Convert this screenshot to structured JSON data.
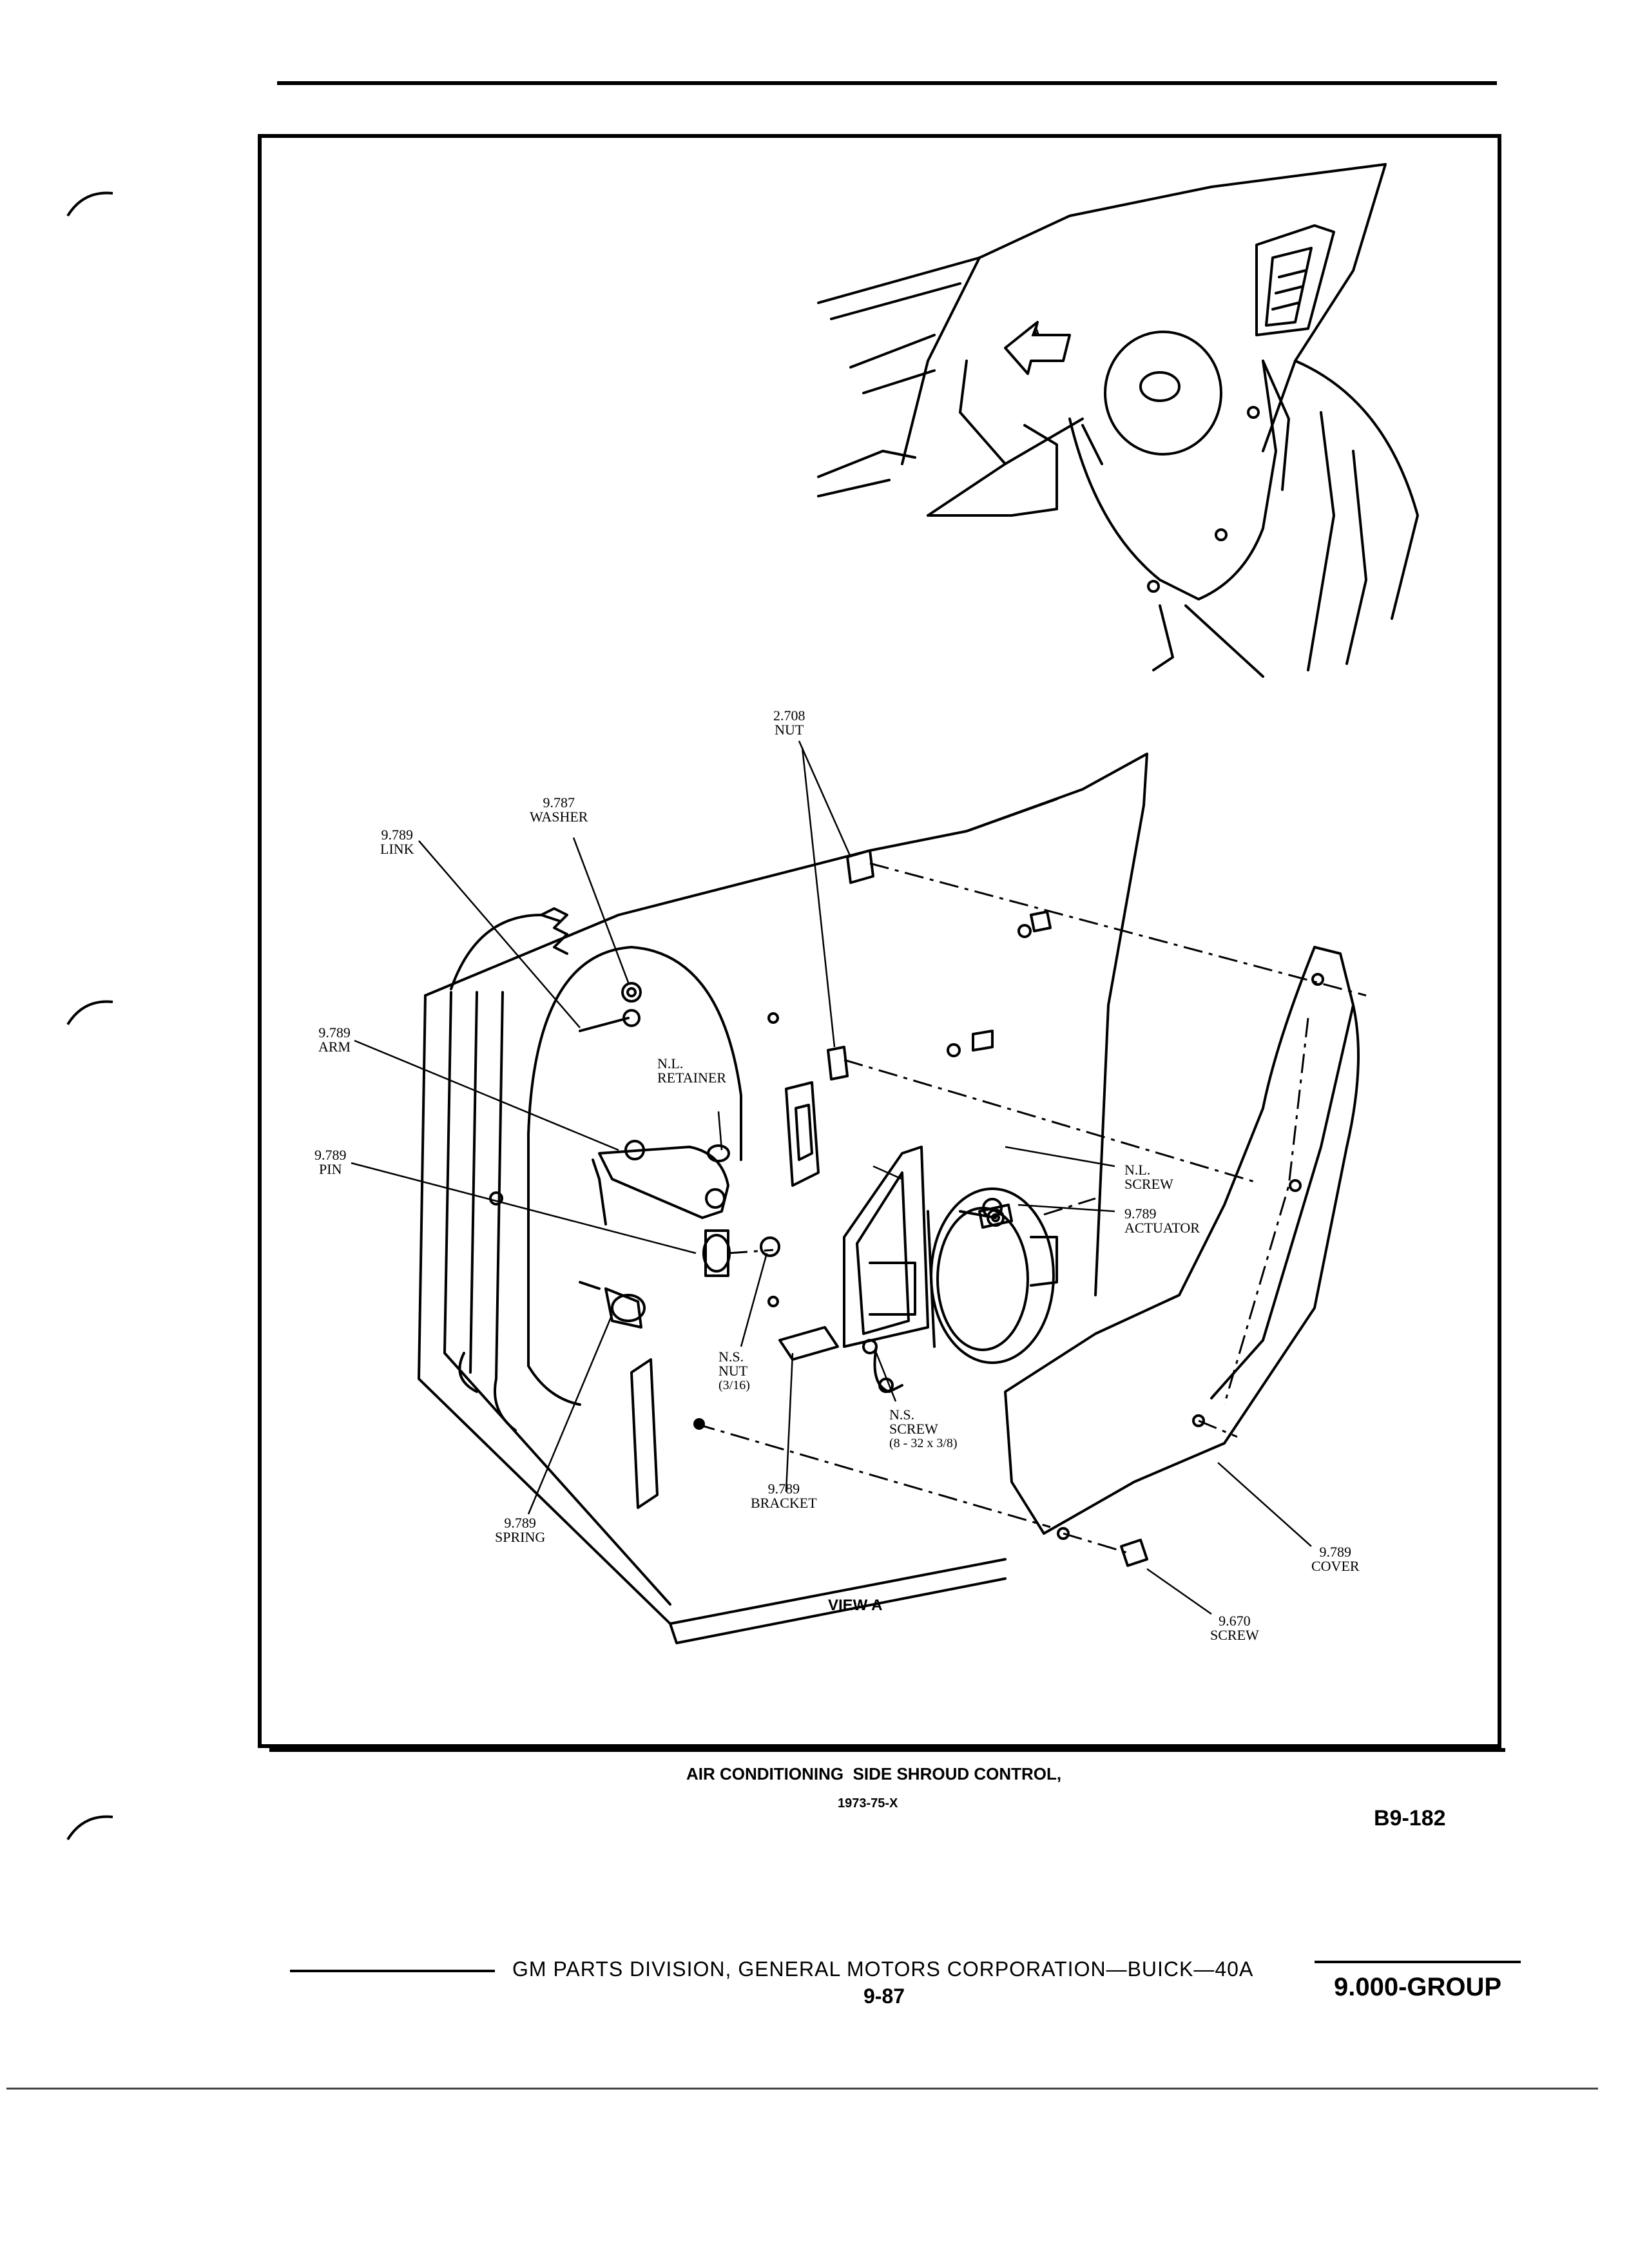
{
  "figure_caption": {
    "title": "AIR CONDITIONING  SIDE SHROUD CONTROL,",
    "years": "1973-75-X",
    "figure_id": "B9-182"
  },
  "view_label": "VIEW A",
  "detail_arrow_letter": "A",
  "callouts": [
    {
      "id": "nut_2708",
      "line1": "2.708",
      "line2": "NUT"
    },
    {
      "id": "washer",
      "line1": "9.787",
      "line2": "WASHER"
    },
    {
      "id": "link",
      "line1": "9.789",
      "line2": "LINK"
    },
    {
      "id": "arm",
      "line1": "9.789",
      "line2": "ARM"
    },
    {
      "id": "retainer",
      "line1": "N.L.",
      "line2": "RETAINER"
    },
    {
      "id": "pin",
      "line1": "9.789",
      "line2": "PIN"
    },
    {
      "id": "nl_screw",
      "line1": "N.L.",
      "line2": "SCREW"
    },
    {
      "id": "actuator",
      "line1": "9.789",
      "line2": "ACTUATOR"
    },
    {
      "id": "ns_nut",
      "line1": "N.S.",
      "line2": "NUT",
      "line3": "(3/16)"
    },
    {
      "id": "ns_screw",
      "line1": "N.S.",
      "line2": "SCREW",
      "line3": "(8 - 32 x 3/8)"
    },
    {
      "id": "bracket",
      "line1": "9.789",
      "line2": "BRACKET"
    },
    {
      "id": "spring",
      "line1": "9.789",
      "line2": "SPRING"
    },
    {
      "id": "cover",
      "line1": "9.789",
      "line2": "COVER"
    },
    {
      "id": "screw_9670",
      "line1": "9.670",
      "line2": "SCREW"
    }
  ],
  "footer": {
    "publisher": "GM PARTS DIVISION, GENERAL MOTORS CORPORATION—BUICK—40A",
    "page_number": "9-87",
    "group": "9.000-GROUP"
  }
}
